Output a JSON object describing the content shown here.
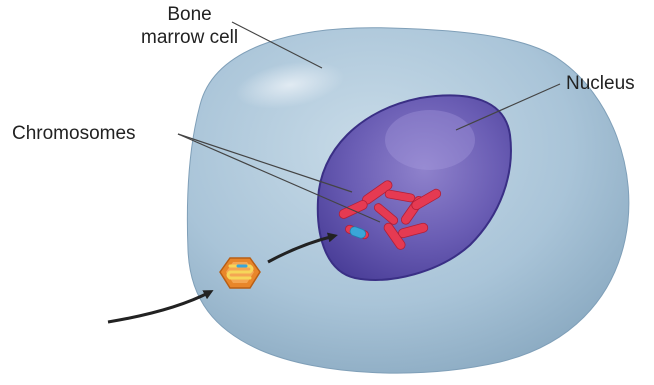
{
  "labels": {
    "bone_marrow_cell_line1": "Bone",
    "bone_marrow_cell_line2": "marrow cell",
    "nucleus": "Nucleus",
    "chromosomes": "Chromosomes"
  },
  "colors": {
    "cell": "#a9c4d8",
    "cell_shadow": "#7f9fb8",
    "nucleus": "#5b4fa6",
    "nucleus_light": "#8a7cc4",
    "chromosome": "#e53a52",
    "inserted_gene": "#3aa6d8",
    "vector_capsid": "#e8862a",
    "vector_gene": "#f6d65a",
    "arrow": "#222222",
    "leader_line": "#444444"
  },
  "icons": {
    "vector": "hexagon-vector-icon",
    "arrow": "curved-arrow-icon"
  }
}
